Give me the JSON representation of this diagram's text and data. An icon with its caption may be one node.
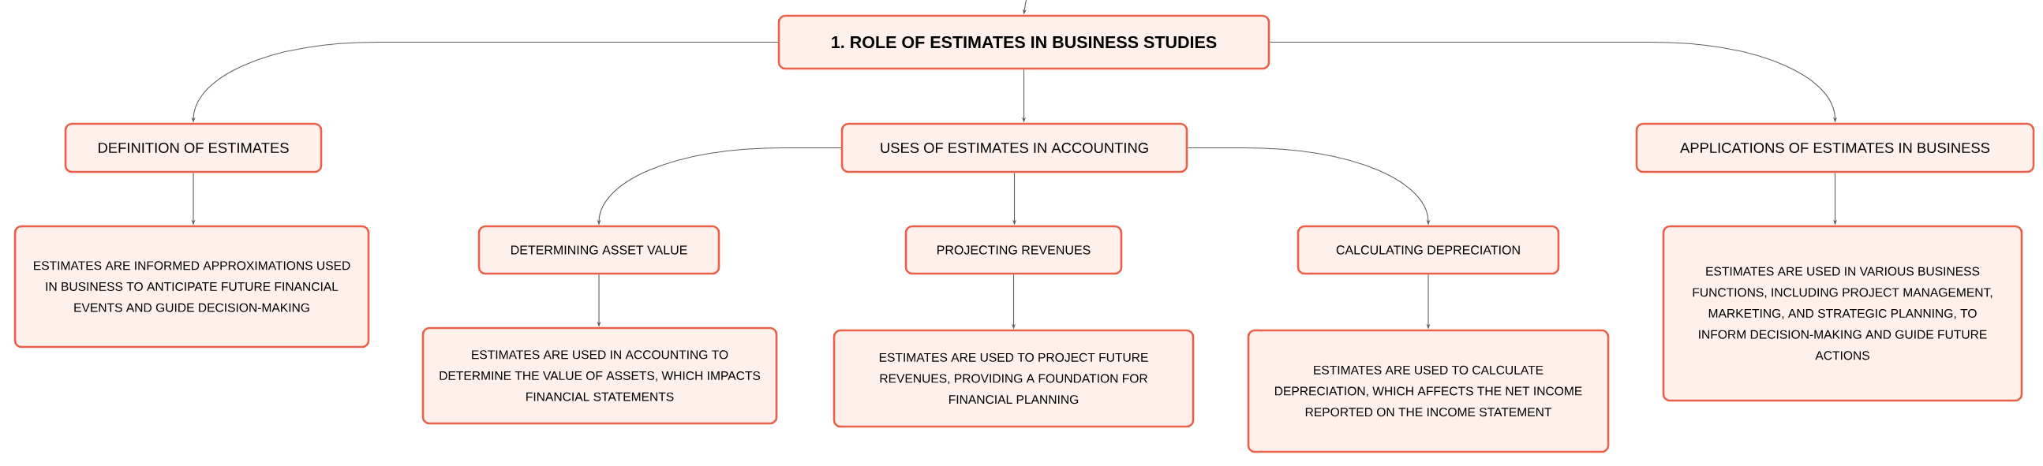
{
  "diagram": {
    "nodes": [
      {
        "text": [
          "1. ROLE OF ESTIMATES IN BUSINESS STUDIES"
        ]
      },
      {
        "text": [
          "DEFINITION OF ESTIMATES"
        ]
      },
      {
        "text": [
          "ESTIMATES ARE INFORMED APPROXIMATIONS USED IN BUSINESS TO ANTICIPATE FUTURE FINANCIAL EVENTS AND GUIDE DECISION-MAKING"
        ]
      },
      {
        "text": [
          "USES OF ESTIMATES IN ACCOUNTING"
        ]
      },
      {
        "text": [
          "DETERMINING ASSET VALUE"
        ]
      },
      {
        "text": [
          "ESTIMATES ARE USED IN ACCOUNTING TO DETERMINE THE VALUE OF ASSETS, WHICH IMPACTS FINANCIAL STATEMENTS"
        ]
      },
      {
        "text": [
          "PROJECTING REVENUES"
        ]
      },
      {
        "text": [
          "ESTIMATES ARE USED TO PROJECT FUTURE REVENUES, PROVIDING A FOUNDATION FOR FINANCIAL PLANNING"
        ]
      },
      {
        "text": [
          "CALCULATING DEPRECIATION"
        ]
      },
      {
        "text": [
          "ESTIMATES ARE USED TO CALCULATE DEPRECIATION, WHICH AFFECTS THE NET INCOME REPORTED ON THE INCOME STATEMENT"
        ]
      },
      {
        "text": [
          "APPLICATIONS OF ESTIMATES IN BUSINESS"
        ]
      },
      {
        "text": [
          "ESTIMATES ARE USED IN VARIOUS BUSINESS FUNCTIONS, INCLUDING PROJECT MANAGEMENT, MARKETING, AND STRATEGIC PLANNING, TO INFORM DECISION-MAKING AND GUIDE FUTURE ACTIONS"
        ]
      }
    ],
    "edges": [
      {
        "from": null,
        "to": 0,
        "arrow": "to"
      },
      {
        "from": 0,
        "to": 1,
        "arrow": "to"
      },
      {
        "from": 1,
        "to": 2,
        "arrow": "to"
      },
      {
        "from": 0,
        "to": 3,
        "arrow": "to"
      },
      {
        "from": 3,
        "to": 4,
        "arrow": "to"
      },
      {
        "from": 4,
        "to": 5,
        "arrow": "to"
      },
      {
        "from": 3,
        "to": 6,
        "arrow": "to"
      },
      {
        "from": 6,
        "to": 7,
        "arrow": "to"
      },
      {
        "from": 3,
        "to": 8,
        "arrow": "to"
      },
      {
        "from": 8,
        "to": 9,
        "arrow": "to"
      },
      {
        "from": 0,
        "to": 10,
        "arrow": "to"
      },
      {
        "from": 10,
        "to": 11,
        "arrow": "to"
      }
    ]
  }
}
